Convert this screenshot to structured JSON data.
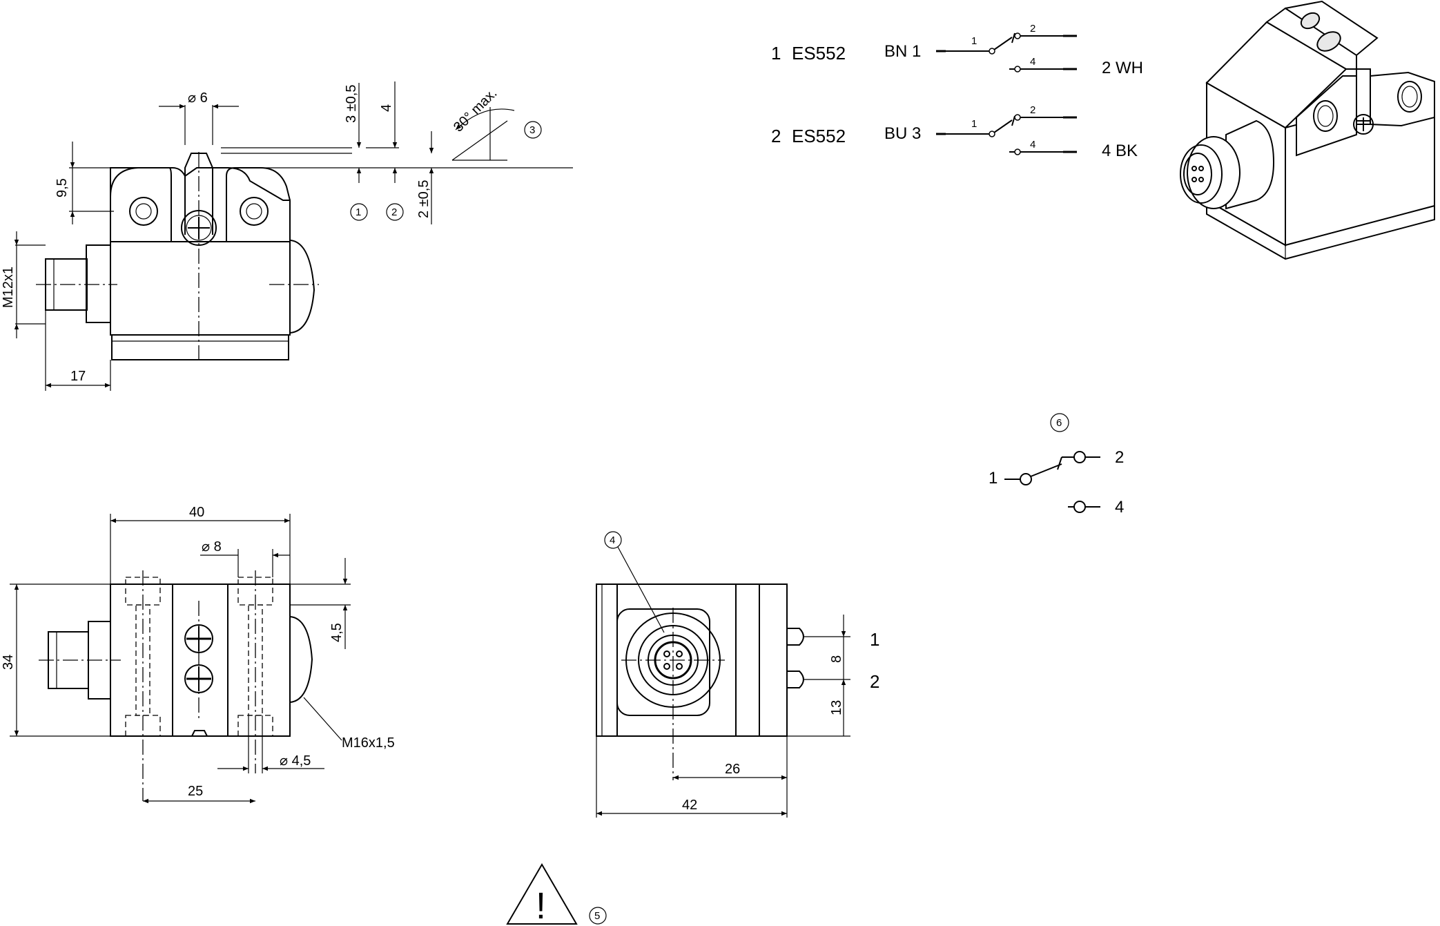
{
  "views": {
    "side": {
      "dim_bore": "⌀ 6",
      "dim_height": "9,5",
      "dim_thread": "M12x1",
      "dim_connector_len": "17",
      "dim_pretravel": "3 ±0,5",
      "dim_overtravel": "4",
      "dim_ref": "2 ±0,5",
      "angle": "30° max.",
      "callout_1": "1",
      "callout_2": "2",
      "callout_3": "3"
    },
    "top": {
      "dim_width": "40",
      "dim_hole_large": "⌀ 8",
      "dim_height": "34",
      "dim_offset": "4,5",
      "dim_hole_small": "⌀ 4,5",
      "dim_spacing": "25",
      "thread_label": "M16x1,5"
    },
    "front": {
      "callout_4": "4",
      "dim_8": "8",
      "dim_13": "13",
      "dim_26": "26",
      "dim_42": "42",
      "plunger_1": "1",
      "plunger_2": "2"
    },
    "warning": {
      "symbol": "!",
      "callout_5": "5"
    }
  },
  "wiring": {
    "switches": [
      {
        "id": "1",
        "model": "ES552",
        "input": "BN 1",
        "pin_common": "1",
        "pin_nc": "2",
        "pin_no": "4",
        "output": "2 WH"
      },
      {
        "id": "2",
        "model": "ES552",
        "input": "BU 3",
        "pin_common": "1",
        "pin_nc": "2",
        "pin_no": "4",
        "output": "4 BK"
      }
    ]
  },
  "contact_symbol": {
    "callout_6": "6",
    "pin_common": "1",
    "pin_nc": "2",
    "pin_no": "4"
  }
}
